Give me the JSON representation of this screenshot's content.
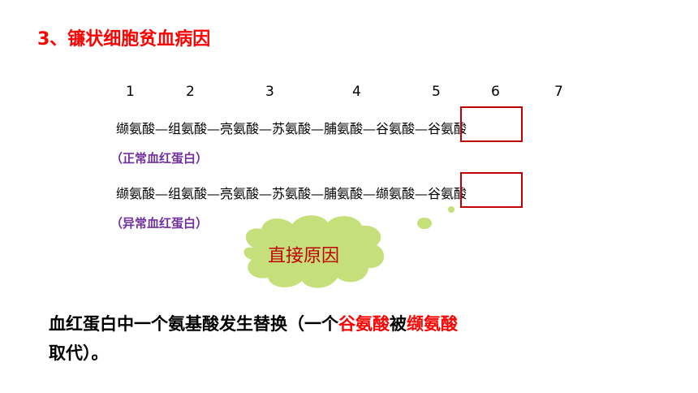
{
  "title": "3、镰状细胞贫血病因",
  "positions": [
    "1",
    "2",
    "3",
    "4",
    "5",
    "6",
    "7"
  ],
  "normal": {
    "sequence": "缬氨酸—组氨酸—亮氨酸—苏氨酸—脯氨酸—谷氨酸—谷氨酸",
    "label": "（正常血红蛋白）"
  },
  "abnormal": {
    "sequence": "缬氨酸—组氨酸—亮氨酸—苏氨酸—脯氨酸—缬氨酸—谷氨酸",
    "label": "（异常血红蛋白）"
  },
  "cloud": {
    "text": "直接原因",
    "fill_color": "#c5e07a",
    "text_color": "#c00000"
  },
  "explanation": {
    "part1": "血红蛋白中一个氨基酸发生替换（一个",
    "highlight1": "谷氨酸",
    "part2": "被",
    "highlight2": "缬氨酸",
    "part3": "取代）。"
  },
  "colors": {
    "title": "#ff0000",
    "label": "#7030a0",
    "box": "#c00000"
  }
}
